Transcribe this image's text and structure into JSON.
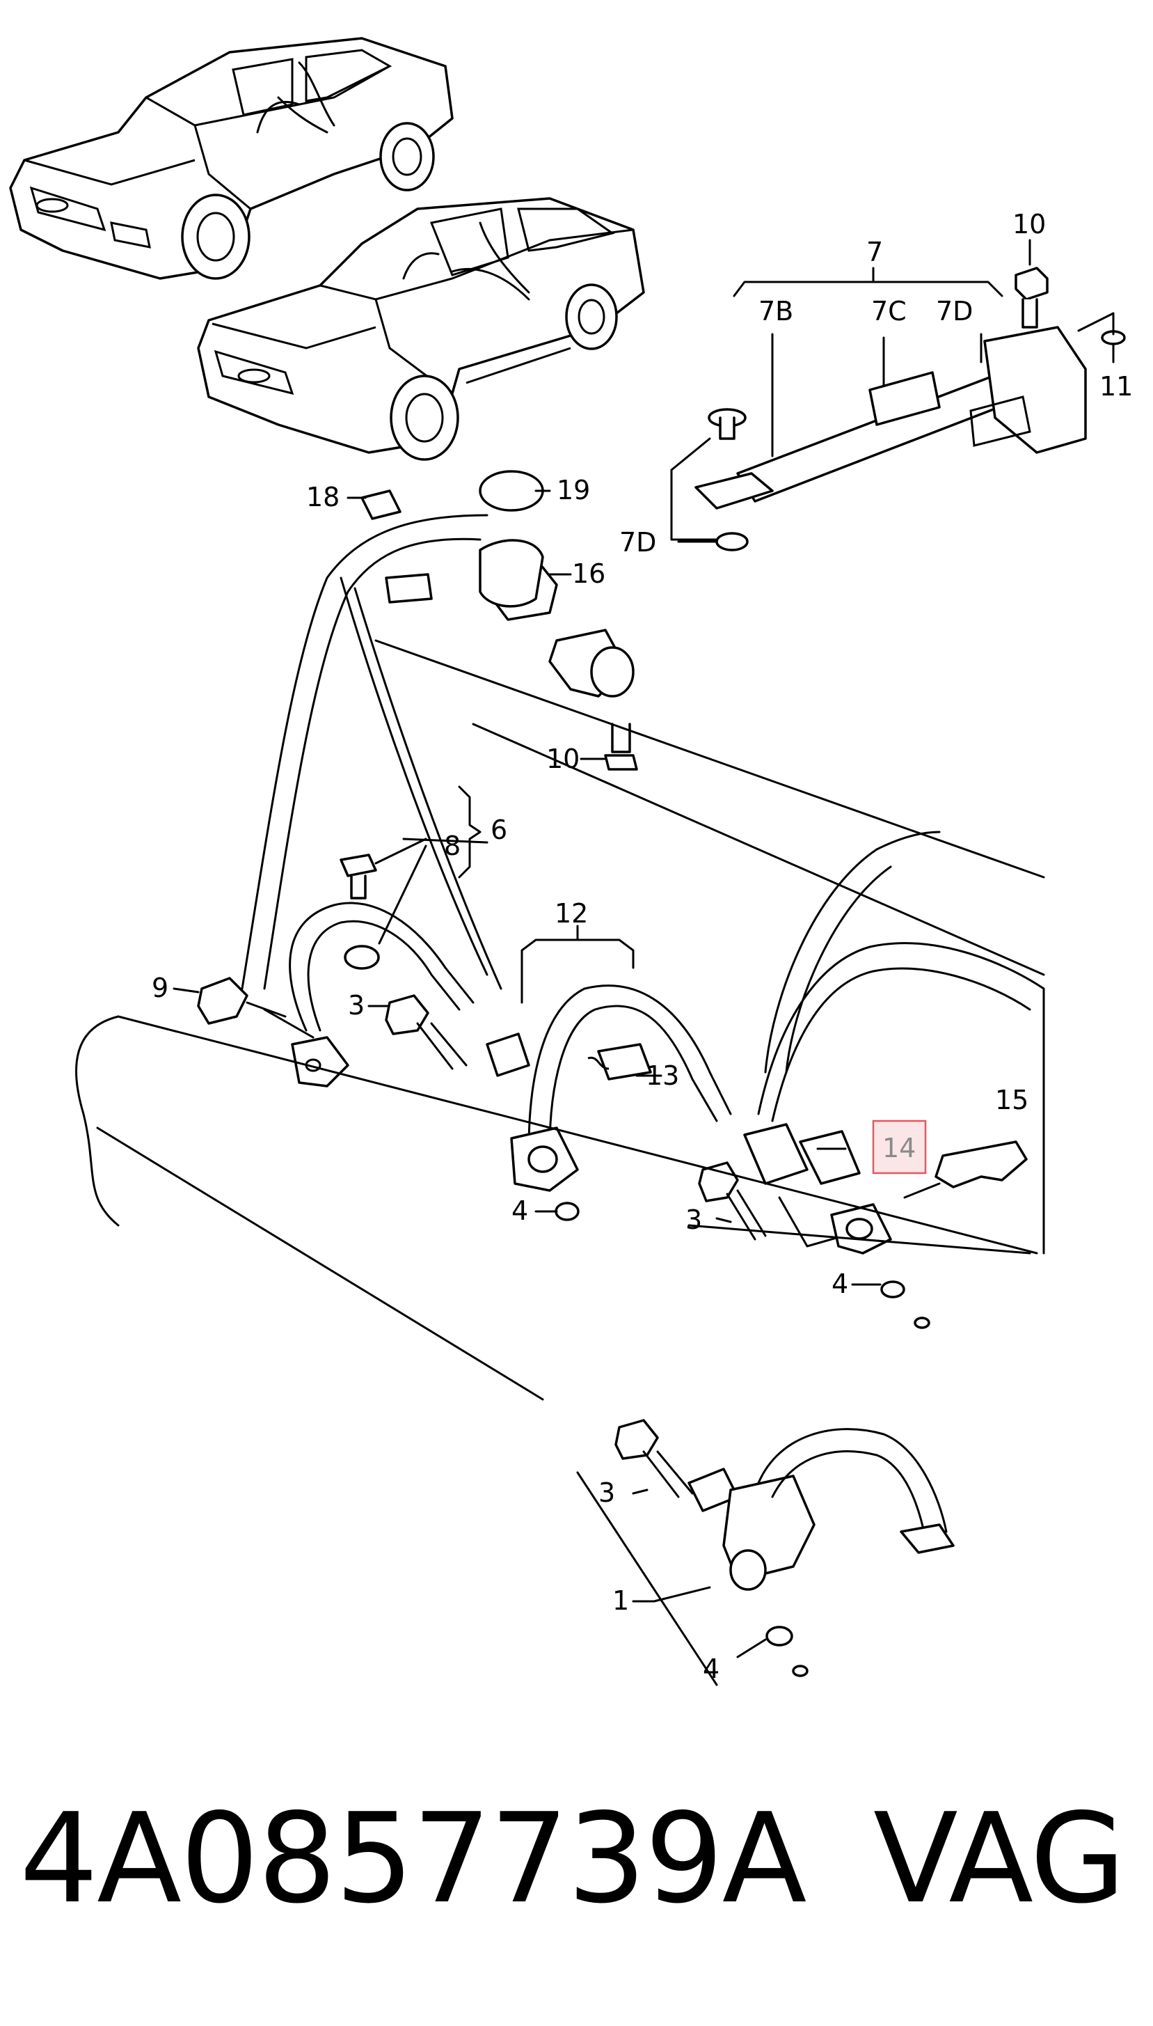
{
  "diagram": {
    "callouts": [
      {
        "id": "c7",
        "text": "7"
      },
      {
        "id": "c7b",
        "text": "7B"
      },
      {
        "id": "c7c",
        "text": "7C"
      },
      {
        "id": "c7d",
        "text": "7D"
      },
      {
        "id": "c7d2",
        "text": "7D"
      },
      {
        "id": "c10a",
        "text": "10"
      },
      {
        "id": "c11",
        "text": "11"
      },
      {
        "id": "c18",
        "text": "18"
      },
      {
        "id": "c19",
        "text": "19"
      },
      {
        "id": "c16",
        "text": "16"
      },
      {
        "id": "c10b",
        "text": "10"
      },
      {
        "id": "c8",
        "text": "8"
      },
      {
        "id": "c6",
        "text": "6"
      },
      {
        "id": "c12",
        "text": "12"
      },
      {
        "id": "c9",
        "text": "9"
      },
      {
        "id": "c3a",
        "text": "3"
      },
      {
        "id": "c13",
        "text": "13"
      },
      {
        "id": "c15",
        "text": "15"
      },
      {
        "id": "c14",
        "text": "14"
      },
      {
        "id": "c4a",
        "text": "4"
      },
      {
        "id": "c3b",
        "text": "3"
      },
      {
        "id": "c4b",
        "text": "4"
      },
      {
        "id": "c3c",
        "text": "3"
      },
      {
        "id": "c1",
        "text": "1"
      },
      {
        "id": "c4c",
        "text": "4"
      }
    ],
    "highlighted_callout": "14",
    "highlight_color": "#e8565d",
    "highlight_fill": "#fbe6e7"
  },
  "caption": {
    "part_number": "4A0857739A",
    "brand": "VAG"
  }
}
